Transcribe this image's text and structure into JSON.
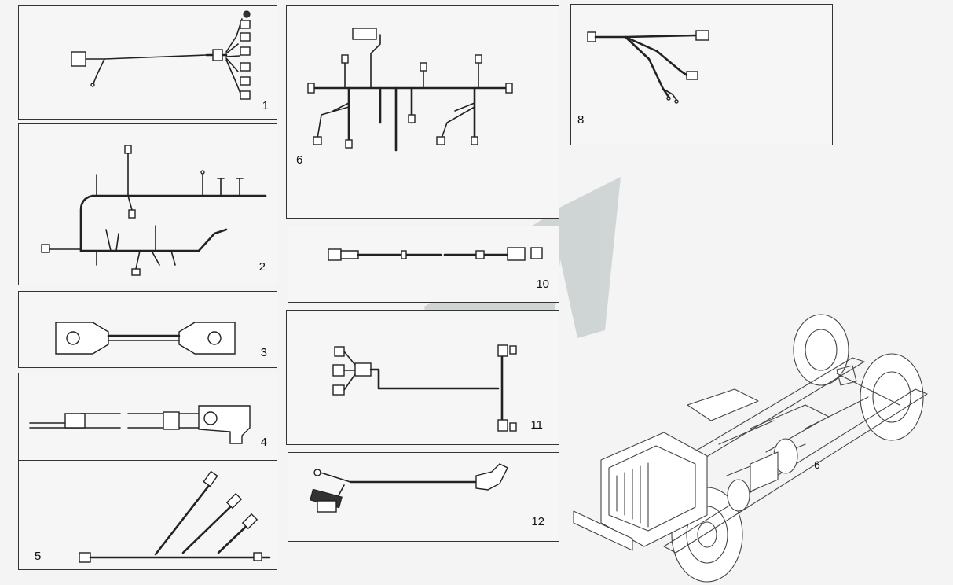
{
  "panels": [
    {
      "id": "1",
      "label": "1"
    },
    {
      "id": "2",
      "label": "2"
    },
    {
      "id": "3",
      "label": "3"
    },
    {
      "id": "4",
      "label": "4"
    },
    {
      "id": "5",
      "label": "5"
    },
    {
      "id": "6",
      "label": "6"
    },
    {
      "id": "8",
      "label": "8"
    },
    {
      "id": "10",
      "label": "10"
    },
    {
      "id": "11",
      "label": "11"
    },
    {
      "id": "12",
      "label": "12"
    }
  ],
  "truck_callout": "6",
  "colors": {
    "line": "#222222",
    "watermark": "#c9d4d4",
    "watermark_dark": "#a9a9a9",
    "background": "#f4f4f4"
  }
}
